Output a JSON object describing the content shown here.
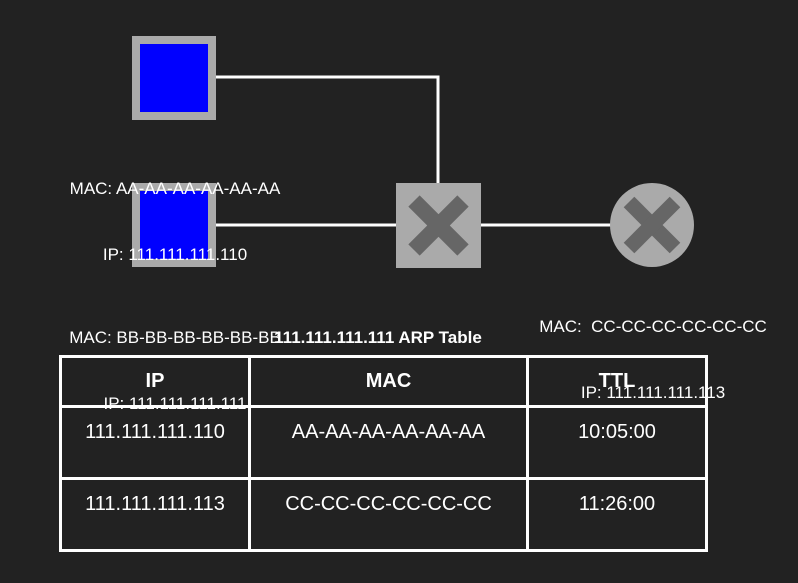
{
  "nodes": {
    "host_a": {
      "mac": "MAC: AA-AA-AA-AA-AA-AA",
      "ip": "IP: 111.111.111.110"
    },
    "host_b": {
      "mac": "MAC: BB-BB-BB-BB-BB-BB",
      "ip": "IP: 111.111.111.111"
    },
    "router": {
      "mac": "MAC:  CC-CC-CC-CC-CC-CC",
      "ip": "IP: 111.111.111.113"
    }
  },
  "arp_table": {
    "title": "111.111.111.111 ARP Table",
    "headers": {
      "ip": "IP",
      "mac": "MAC",
      "ttl": "TTL"
    },
    "rows": [
      {
        "ip": "111.111.111.110",
        "mac": "AA-AA-AA-AA-AA-AA",
        "ttl": "10:05:00"
      },
      {
        "ip": "111.111.111.113",
        "mac": "CC-CC-CC-CC-CC-CC",
        "ttl": "11:26:00"
      }
    ]
  },
  "colors": {
    "background": "#222222",
    "host_fill": "#0000ff",
    "host_border": "#aaaaaa",
    "device_fill": "#aaaaaa",
    "device_mark": "#666666",
    "link": "#ffffff"
  },
  "icons": {
    "host_a": "computer-icon",
    "host_b": "computer-icon",
    "switch": "switch-icon",
    "router": "router-icon"
  }
}
